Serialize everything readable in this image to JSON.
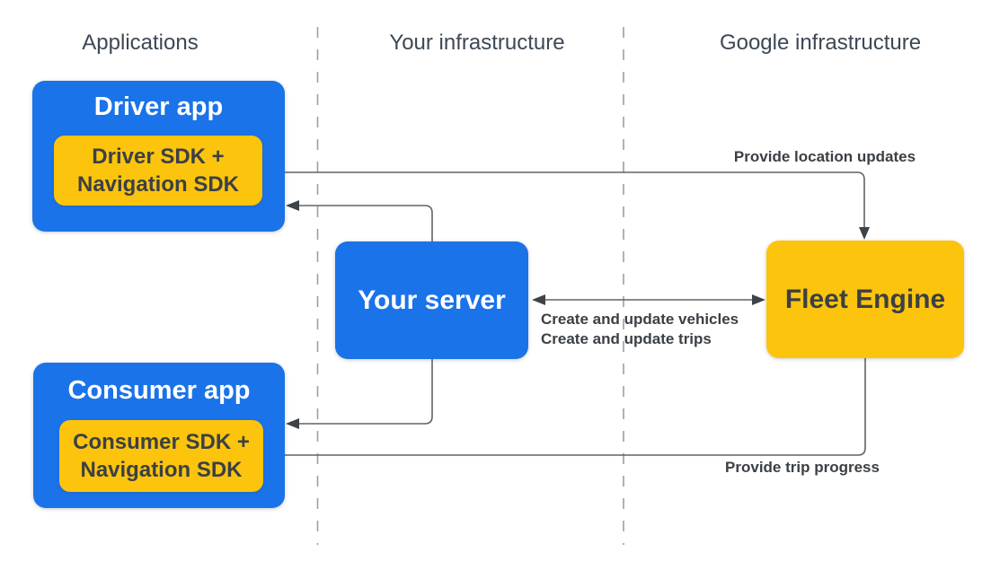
{
  "diagram": {
    "columns": [
      {
        "label": "Applications"
      },
      {
        "label": "Your infrastructure"
      },
      {
        "label": "Google infrastructure"
      }
    ],
    "nodes": {
      "driver_app": {
        "title": "Driver app",
        "sdk": {
          "line1": "Driver SDK +",
          "line2": "Navigation SDK"
        }
      },
      "consumer_app": {
        "title": "Consumer app",
        "sdk": {
          "line1": "Consumer SDK +",
          "line2": "Navigation SDK"
        }
      },
      "your_server": {
        "title": "Your server"
      },
      "fleet_engine": {
        "title": "Fleet Engine"
      }
    },
    "edges": {
      "driver_sdk_to_fleet_engine": {
        "label": "Provide location updates"
      },
      "your_server_fleet_engine_sync": {
        "label_line1": "Create and update vehicles",
        "label_line2": "Create and update trips"
      },
      "fleet_engine_to_consumer_sdk": {
        "label": "Provide trip progress"
      }
    },
    "colors": {
      "node_blue": "#1A73E8",
      "node_yellow": "#FCC40D",
      "dark_text": "#3B4045",
      "header_text": "#3C4854",
      "line": "#5F6368",
      "arrowhead": "#3E4347",
      "divider": "#9AA0A6",
      "background": "#FFFFFF"
    }
  }
}
